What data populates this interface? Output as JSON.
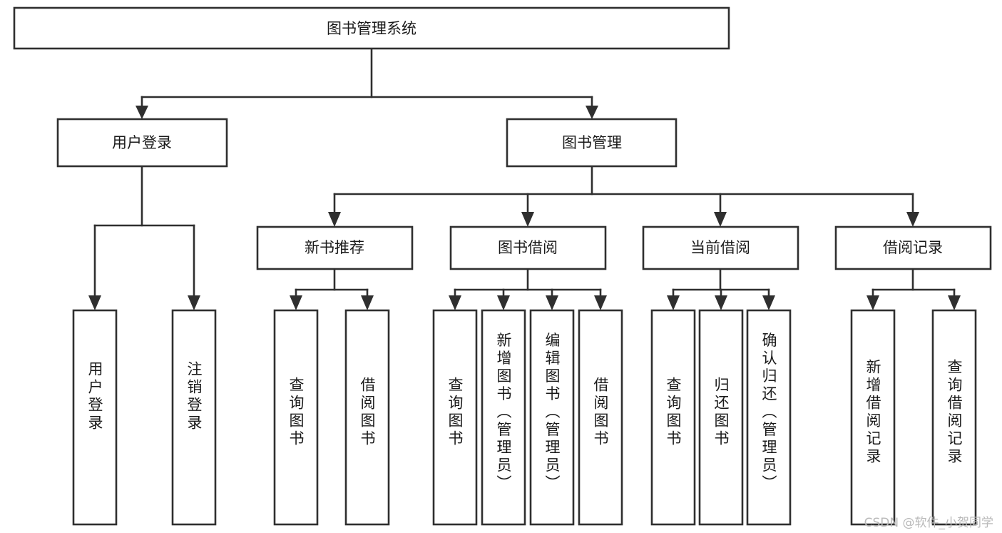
{
  "diagram": {
    "type": "tree",
    "title_node": "图书管理系统",
    "watermark": "CSDN @软件_小贺同学",
    "colors": {
      "stroke": "#2f2f2f",
      "fill": "#ffffff",
      "text": "#1a1a1a",
      "watermark": "#b9b9b9",
      "background": "#ffffff"
    },
    "levels": {
      "root": {
        "label": "图书管理系统"
      },
      "level1": [
        {
          "label": "用户登录"
        },
        {
          "label": "图书管理"
        }
      ],
      "level2": [
        {
          "label": "新书推荐"
        },
        {
          "label": "图书借阅"
        },
        {
          "label": "当前借阅"
        },
        {
          "label": "借阅记录"
        }
      ],
      "leaves": {
        "user_login": [
          {
            "label": "用户登录"
          },
          {
            "label": "注销登录"
          }
        ],
        "new_book_recommend": [
          {
            "label": "查询图书"
          },
          {
            "label": "借阅图书"
          }
        ],
        "book_borrow": [
          {
            "label": "查询图书"
          },
          {
            "label": "新增图书（管理员）"
          },
          {
            "label": "编辑图书（管理员）"
          },
          {
            "label": "借阅图书"
          }
        ],
        "current_borrow": [
          {
            "label": "查询图书"
          },
          {
            "label": "归还图书"
          },
          {
            "label": "确认归还（管理员）"
          }
        ],
        "borrow_record": [
          {
            "label": "新增借阅记录"
          },
          {
            "label": "查询借阅记录"
          }
        ]
      }
    }
  }
}
